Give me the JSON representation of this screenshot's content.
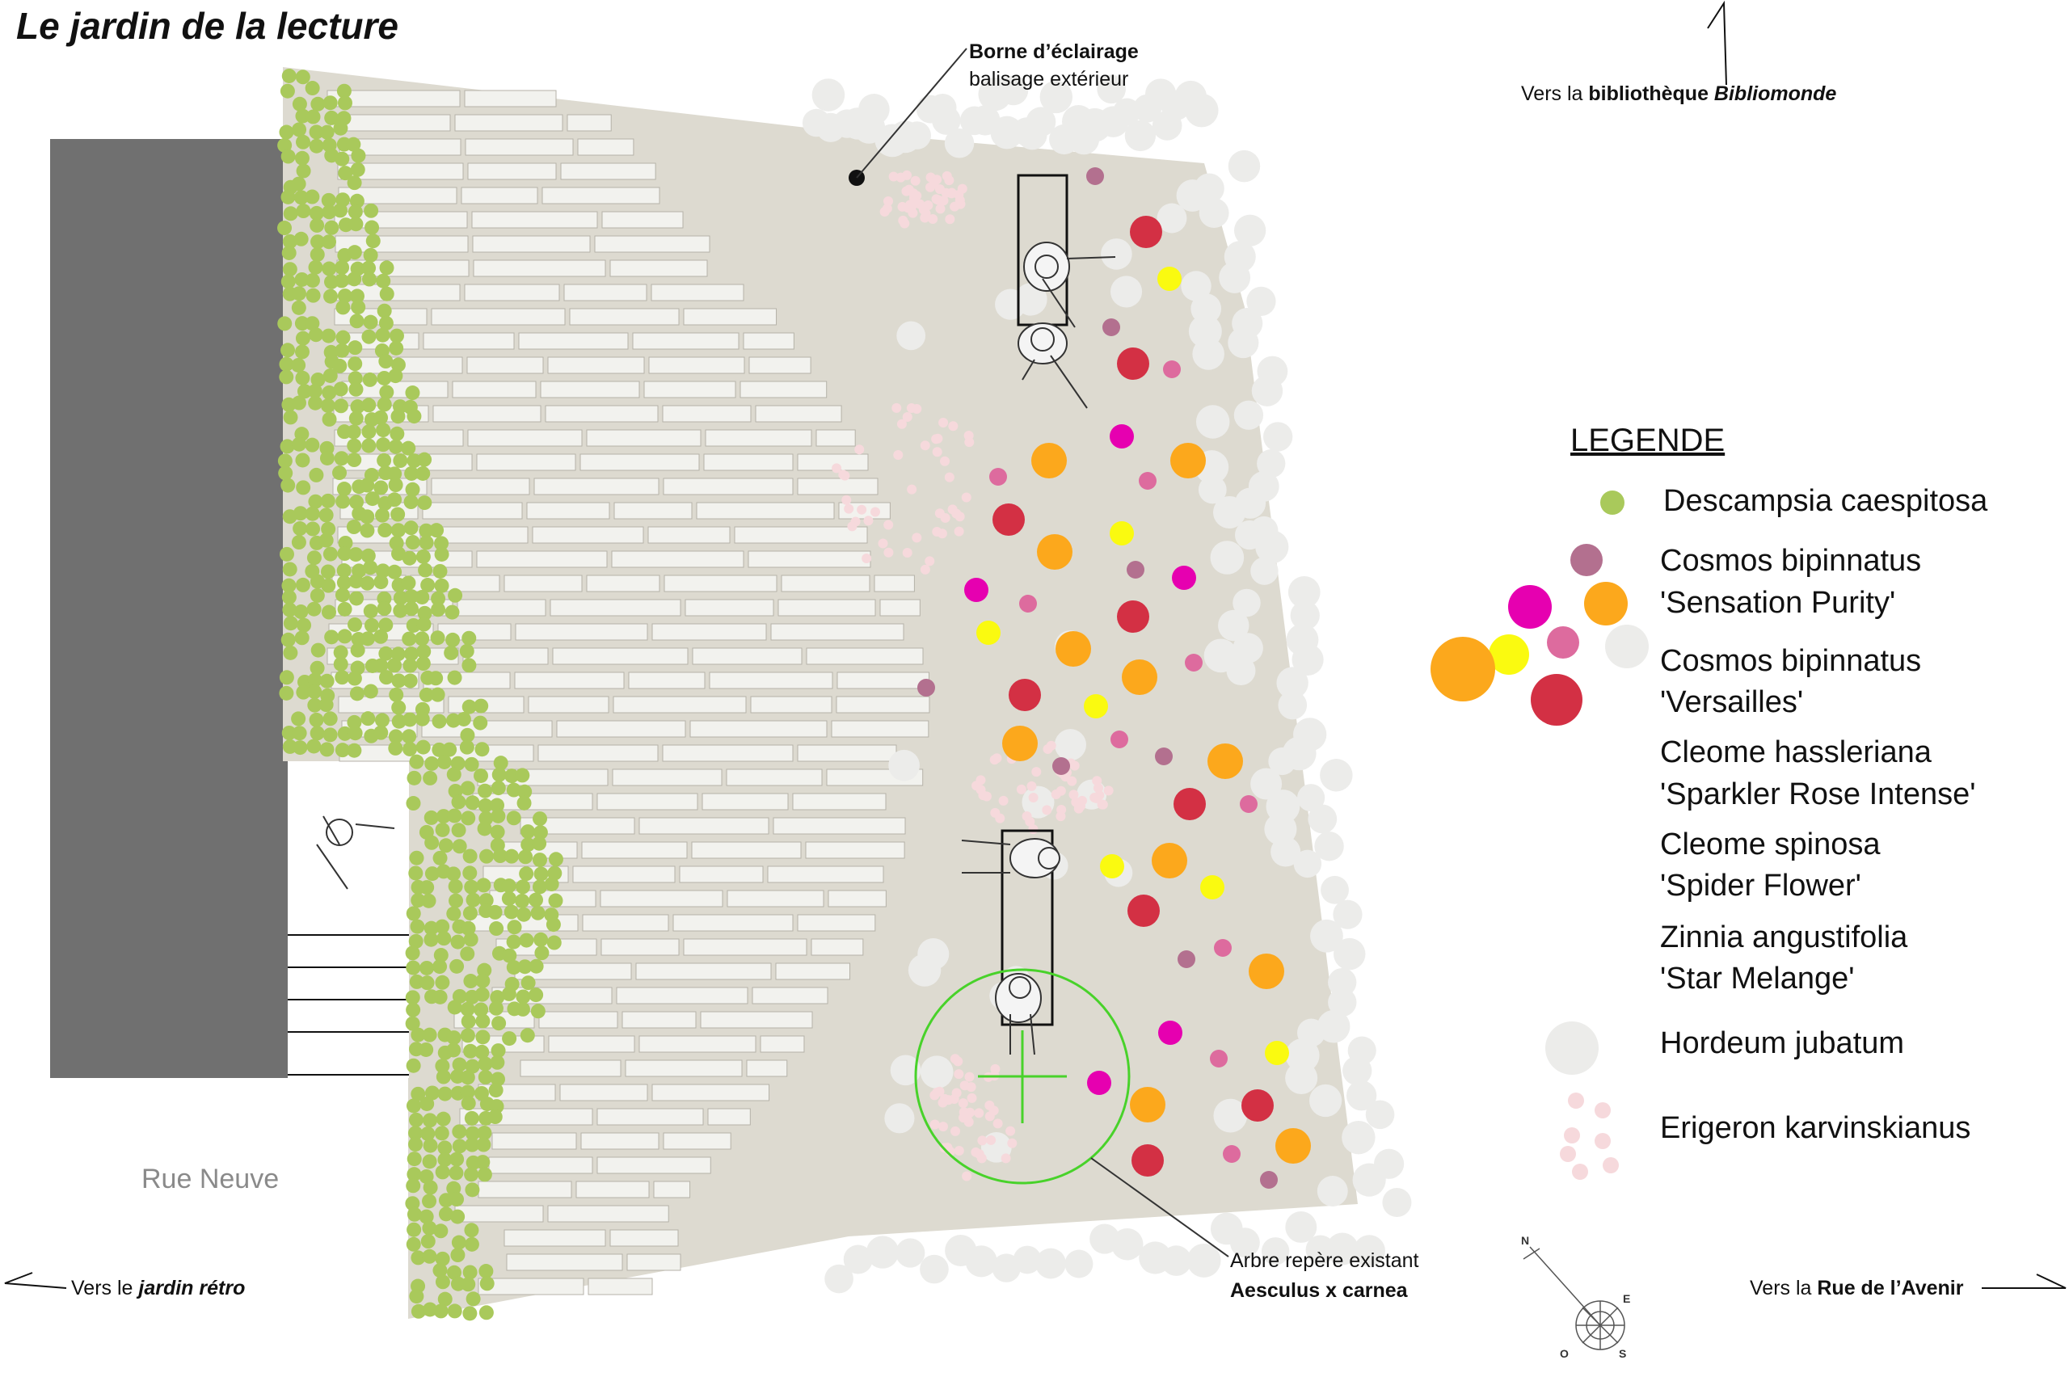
{
  "title": "Le jardin de la lecture",
  "annotations": {
    "lamp": {
      "line1": "Borne d’éclairage",
      "line2": "balisage extérieur"
    },
    "library": {
      "prefix": "Vers la ",
      "bold": "bibliothèque ",
      "boldItalic": "Bibliomonde"
    },
    "tree": {
      "line1": "Arbre repère existant",
      "line2": "Aesculus x carnea"
    },
    "retro": {
      "prefix": "Vers le ",
      "boldItalic": "jardin rétro"
    },
    "avenir": {
      "prefix": "Vers la ",
      "bold": "Rue de l’Avenir"
    },
    "street": "Rue Neuve"
  },
  "legend": {
    "title": "LEGENDE",
    "items": [
      {
        "label": "Descampsia caespitosa"
      },
      {
        "line1": "Cosmos bipinnatus",
        "line2": "'Sensation Purity'"
      },
      {
        "line1": "Cosmos bipinnatus",
        "line2": "'Versailles'"
      },
      {
        "line1": "Cleome hassleriana",
        "line2": "'Sparkler Rose Intense'"
      },
      {
        "line1": "Cleome spinosa",
        "line2": "'Spider Flower'"
      },
      {
        "line1": "Zinnia angustifolia",
        "line2": "'Star Melange'"
      },
      {
        "label": "Hordeum jubatum"
      },
      {
        "label": "Erigeron karvinskianus"
      }
    ]
  },
  "compass": {
    "n": "N",
    "e": "E",
    "s": "S",
    "o": "O"
  },
  "colors": {
    "grass": "#a9c95b",
    "ground": "#dddad0",
    "building": "#707070",
    "slab": "#f2f2ee",
    "cosmosPurity": "#b3708f",
    "cosmosVersailles": "#dd6b9e",
    "magenta": "#e600b0",
    "orange": "#fca81c",
    "yellow": "#fafa10",
    "red": "#d33044",
    "hordeum": "#ececea",
    "erigeron": "#f6d9dc",
    "treeCircle": "#48d22a"
  }
}
